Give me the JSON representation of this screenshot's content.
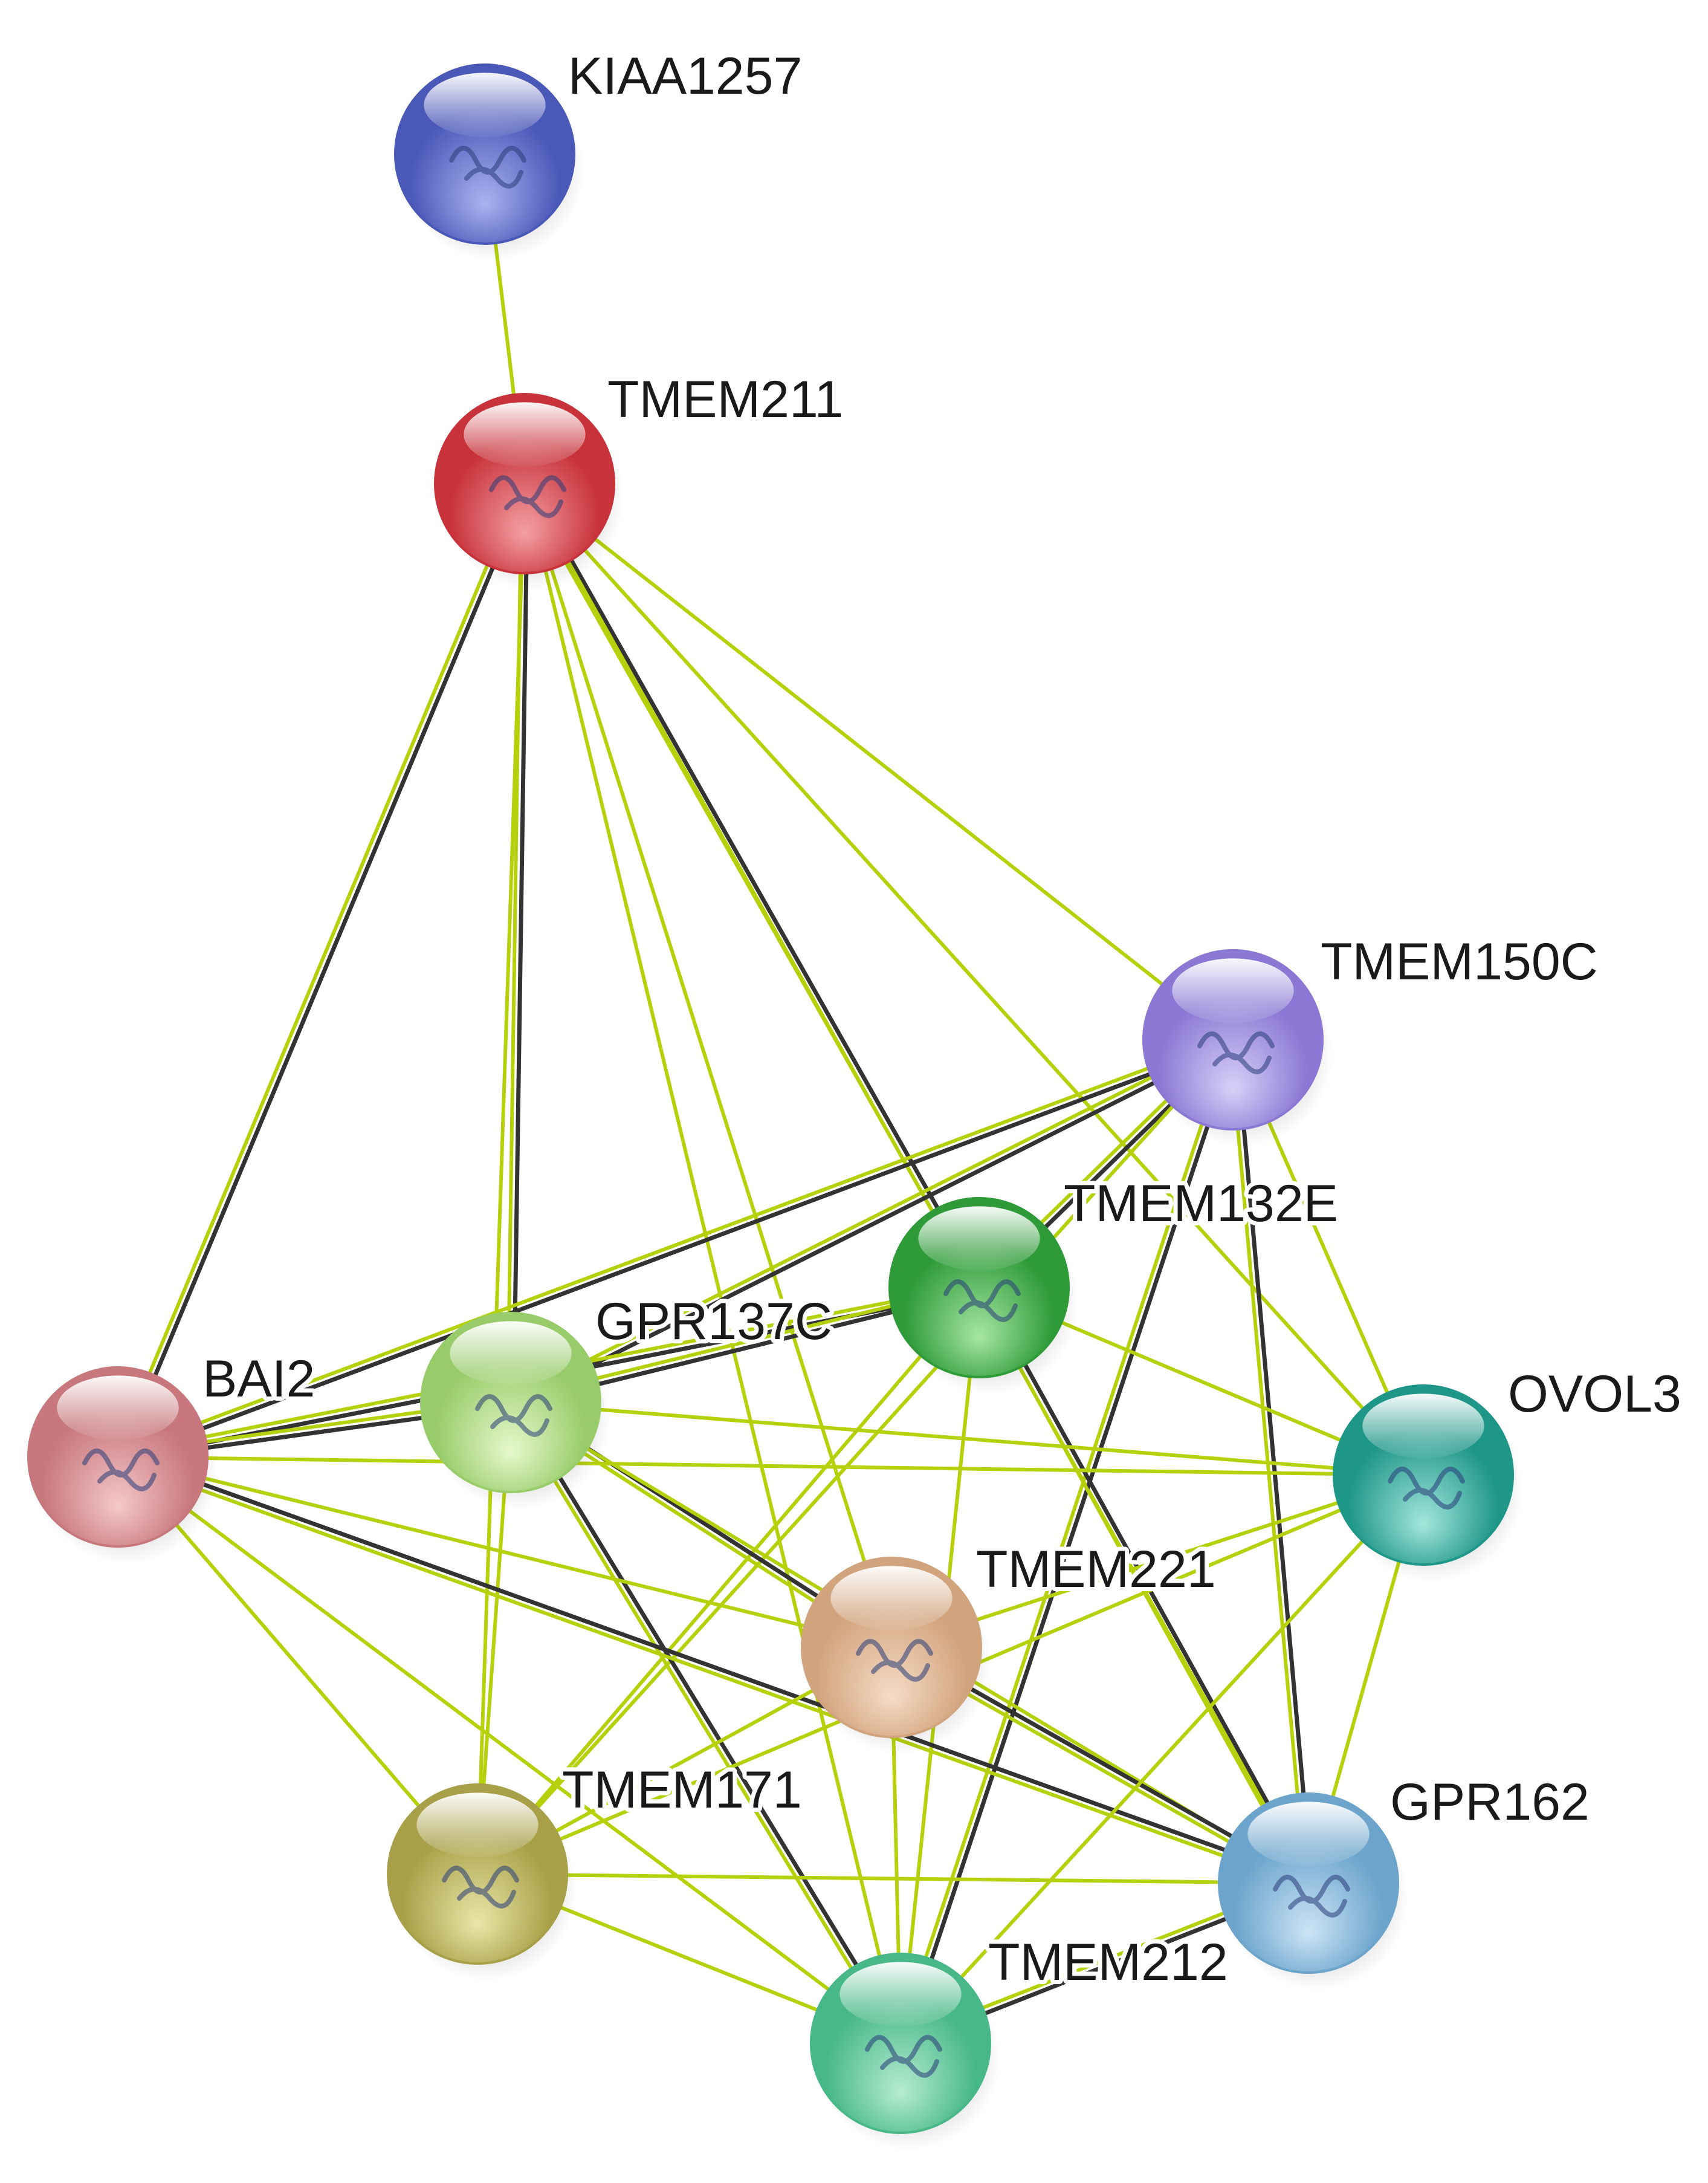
{
  "network": {
    "nodes": [
      {
        "id": "KIAA1257",
        "label": "KIAA1257",
        "color": "#4a58b8",
        "light": "#aab3f0"
      },
      {
        "id": "TMEM211",
        "label": "TMEM211",
        "color": "#c8323a",
        "light": "#f4a0a4"
      },
      {
        "id": "TMEM150C",
        "label": "TMEM150C",
        "color": "#8a78d4",
        "light": "#d8d0f8"
      },
      {
        "id": "TMEM132E",
        "label": "TMEM132E",
        "color": "#2e9a38",
        "light": "#a6e6a4"
      },
      {
        "id": "GPR137C",
        "label": "GPR137C",
        "color": "#98cc6a",
        "light": "#e6f8cc"
      },
      {
        "id": "BAI2",
        "label": "BAI2",
        "color": "#c8787c",
        "light": "#f4c8ca"
      },
      {
        "id": "OVOL3",
        "label": "OVOL3",
        "color": "#1e9688",
        "light": "#a4e6dc"
      },
      {
        "id": "TMEM221",
        "label": "TMEM221",
        "color": "#d2a47e",
        "light": "#f6dcc6"
      },
      {
        "id": "TMEM171",
        "label": "TMEM171",
        "color": "#a8a048",
        "light": "#eae6a8"
      },
      {
        "id": "GPR162",
        "label": "GPR162",
        "color": "#6ca4cc",
        "light": "#cce4f6"
      },
      {
        "id": "TMEM212",
        "label": "TMEM212",
        "color": "#48b888",
        "light": "#b6ecd2"
      }
    ],
    "edges": [
      {
        "a": "KIAA1257",
        "b": "TMEM211",
        "types": [
          "textmining"
        ]
      },
      {
        "a": "TMEM211",
        "b": "BAI2",
        "types": [
          "coexpression",
          "textmining"
        ]
      },
      {
        "a": "TMEM211",
        "b": "GPR137C",
        "types": [
          "coexpression",
          "textmining"
        ]
      },
      {
        "a": "TMEM211",
        "b": "TMEM132E",
        "types": [
          "coexpression",
          "textmining"
        ]
      },
      {
        "a": "TMEM211",
        "b": "TMEM150C",
        "types": [
          "textmining"
        ]
      },
      {
        "a": "TMEM211",
        "b": "TMEM221",
        "types": [
          "textmining"
        ]
      },
      {
        "a": "TMEM211",
        "b": "GPR162",
        "types": [
          "textmining"
        ]
      },
      {
        "a": "TMEM211",
        "b": "TMEM212",
        "types": [
          "textmining"
        ]
      },
      {
        "a": "TMEM211",
        "b": "OVOL3",
        "types": [
          "textmining"
        ]
      },
      {
        "a": "TMEM211",
        "b": "TMEM171",
        "types": [
          "textmining"
        ]
      },
      {
        "a": "TMEM150C",
        "b": "BAI2",
        "types": [
          "coexpression",
          "textmining"
        ]
      },
      {
        "a": "TMEM150C",
        "b": "GPR137C",
        "types": [
          "coexpression",
          "textmining"
        ]
      },
      {
        "a": "TMEM150C",
        "b": "TMEM132E",
        "types": [
          "coexpression",
          "textmining"
        ]
      },
      {
        "a": "TMEM150C",
        "b": "GPR162",
        "types": [
          "coexpression",
          "textmining"
        ]
      },
      {
        "a": "TMEM150C",
        "b": "OVOL3",
        "types": [
          "textmining"
        ]
      },
      {
        "a": "TMEM150C",
        "b": "TMEM212",
        "types": [
          "coexpression",
          "textmining"
        ]
      },
      {
        "a": "TMEM150C",
        "b": "TMEM171",
        "types": [
          "textmining"
        ]
      },
      {
        "a": "TMEM132E",
        "b": "BAI2",
        "types": [
          "coexpression",
          "textmining"
        ]
      },
      {
        "a": "TMEM132E",
        "b": "GPR137C",
        "types": [
          "coexpression",
          "textmining"
        ]
      },
      {
        "a": "TMEM132E",
        "b": "GPR162",
        "types": [
          "coexpression",
          "textmining"
        ]
      },
      {
        "a": "TMEM132E",
        "b": "OVOL3",
        "types": [
          "textmining"
        ]
      },
      {
        "a": "TMEM132E",
        "b": "TMEM212",
        "types": [
          "textmining"
        ]
      },
      {
        "a": "TMEM132E",
        "b": "TMEM171",
        "types": [
          "textmining"
        ]
      },
      {
        "a": "GPR137C",
        "b": "BAI2",
        "types": [
          "coexpression",
          "textmining"
        ]
      },
      {
        "a": "GPR137C",
        "b": "TMEM221",
        "types": [
          "coexpression",
          "textmining"
        ]
      },
      {
        "a": "GPR137C",
        "b": "GPR162",
        "types": [
          "textmining"
        ]
      },
      {
        "a": "GPR137C",
        "b": "TMEM212",
        "types": [
          "coexpression",
          "textmining"
        ]
      },
      {
        "a": "GPR137C",
        "b": "OVOL3",
        "types": [
          "textmining"
        ]
      },
      {
        "a": "GPR137C",
        "b": "TMEM171",
        "types": [
          "textmining"
        ]
      },
      {
        "a": "BAI2",
        "b": "OVOL3",
        "types": [
          "textmining"
        ]
      },
      {
        "a": "BAI2",
        "b": "TMEM221",
        "types": [
          "textmining"
        ]
      },
      {
        "a": "BAI2",
        "b": "GPR162",
        "types": [
          "coexpression",
          "textmining"
        ]
      },
      {
        "a": "BAI2",
        "b": "TMEM212",
        "types": [
          "textmining"
        ]
      },
      {
        "a": "BAI2",
        "b": "TMEM171",
        "types": [
          "textmining"
        ]
      },
      {
        "a": "TMEM221",
        "b": "OVOL3",
        "types": [
          "textmining"
        ]
      },
      {
        "a": "TMEM221",
        "b": "GPR162",
        "types": [
          "coexpression",
          "textmining"
        ]
      },
      {
        "a": "TMEM221",
        "b": "TMEM212",
        "types": [
          "textmining"
        ]
      },
      {
        "a": "TMEM221",
        "b": "TMEM171",
        "types": [
          "textmining"
        ]
      },
      {
        "a": "OVOL3",
        "b": "GPR162",
        "types": [
          "textmining"
        ]
      },
      {
        "a": "OVOL3",
        "b": "TMEM212",
        "types": [
          "textmining"
        ]
      },
      {
        "a": "OVOL3",
        "b": "TMEM171",
        "types": [
          "textmining"
        ]
      },
      {
        "a": "GPR162",
        "b": "TMEM212",
        "types": [
          "coexpression",
          "textmining"
        ]
      },
      {
        "a": "GPR162",
        "b": "TMEM171",
        "types": [
          "textmining"
        ]
      },
      {
        "a": "TMEM171",
        "b": "TMEM212",
        "types": [
          "textmining"
        ]
      }
    ],
    "edge_colors": {
      "textmining": "#b5d10c",
      "coexpression": "#333333"
    }
  }
}
